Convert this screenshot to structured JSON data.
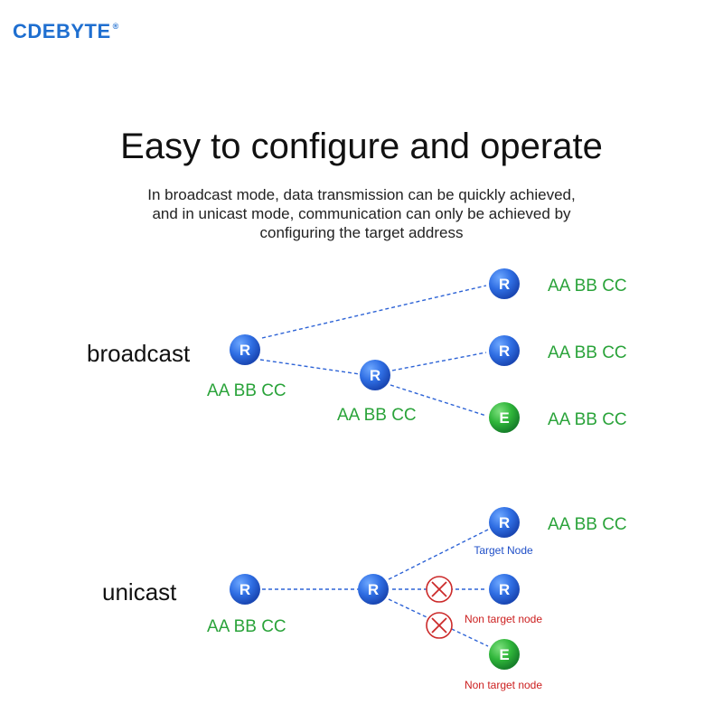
{
  "brand": {
    "logo": "CDEBYTE",
    "mark": "®"
  },
  "heading": {
    "title": "Easy to configure and operate",
    "subtitle_lines": [
      "In broadcast mode, data transmission can be quickly achieved,",
      "and in unicast mode, communication can only be achieved by",
      "configuring the target address"
    ]
  },
  "broadcast": {
    "label": "broadcast",
    "source": {
      "letter": "R",
      "address": "AA BB CC"
    },
    "relay": {
      "letter": "R",
      "address": "AA BB CC"
    },
    "targets": [
      {
        "letter": "R",
        "address": "AA BB CC"
      },
      {
        "letter": "R",
        "address": "AA BB CC"
      },
      {
        "letter": "E",
        "address": "AA BB CC"
      }
    ]
  },
  "unicast": {
    "label": "unicast",
    "source": {
      "letter": "R",
      "address": "AA BB CC"
    },
    "relay": {
      "letter": "R"
    },
    "targets": [
      {
        "letter": "R",
        "address": "AA BB CC",
        "caption": "Target Node"
      },
      {
        "letter": "R",
        "caption": "Non target node"
      },
      {
        "letter": "E",
        "caption": "Non target node"
      }
    ]
  },
  "colors": {
    "router_node": "#2f6ee3",
    "end_node": "#2fb53a",
    "address_text": "#2aa33a",
    "link": "#2d63d6",
    "blocked": "#cc2a2a"
  },
  "icons": {
    "blocked": "x-circle-icon"
  }
}
